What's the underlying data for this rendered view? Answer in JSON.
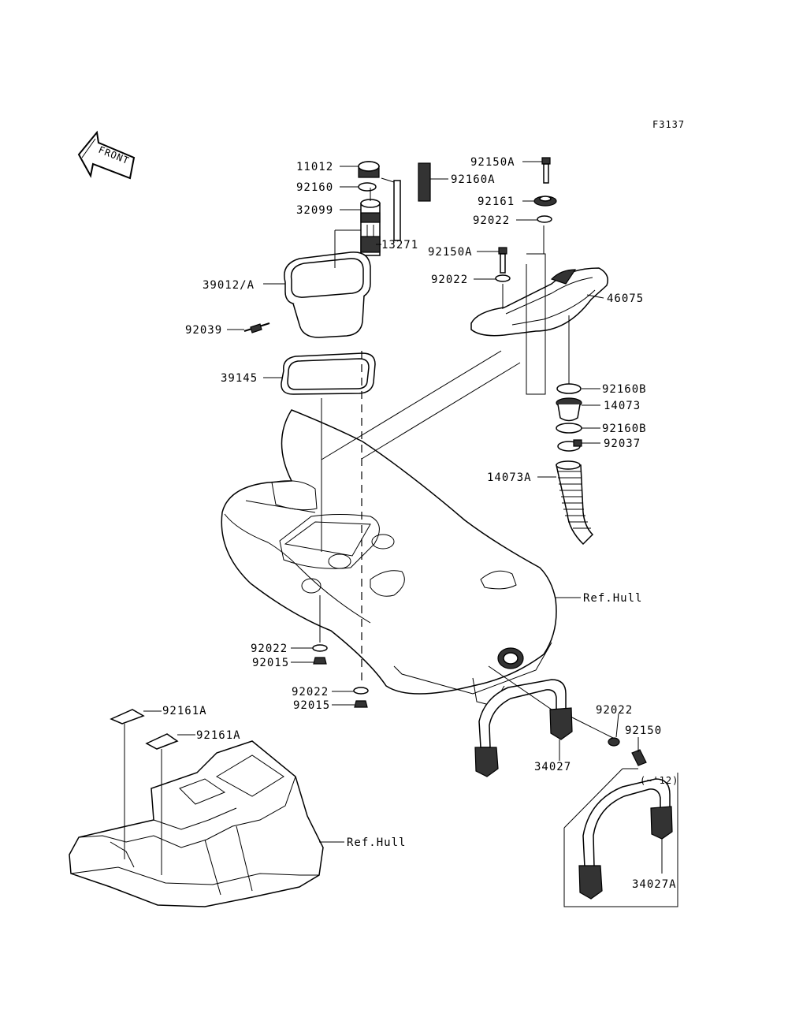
{
  "figure_code": "F3137",
  "front_label": "FRONT",
  "callouts": [
    {
      "id": "c-11012",
      "text": "11012"
    },
    {
      "id": "c-92160",
      "text": "92160"
    },
    {
      "id": "c-32099",
      "text": "32099"
    },
    {
      "id": "c-13271",
      "text": "13271"
    },
    {
      "id": "c-39012",
      "text": "39012/A"
    },
    {
      "id": "c-92039",
      "text": "92039"
    },
    {
      "id": "c-39145",
      "text": "39145"
    },
    {
      "id": "c-92160a",
      "text": "92160A"
    },
    {
      "id": "c-92150a-1",
      "text": "92150A"
    },
    {
      "id": "c-92161",
      "text": "92161"
    },
    {
      "id": "c-92022-1",
      "text": "92022"
    },
    {
      "id": "c-92150a-2",
      "text": "92150A"
    },
    {
      "id": "c-92022-2",
      "text": "92022"
    },
    {
      "id": "c-46075",
      "text": "46075"
    },
    {
      "id": "c-92160b-1",
      "text": "92160B"
    },
    {
      "id": "c-14073",
      "text": "14073"
    },
    {
      "id": "c-92160b-2",
      "text": "92160B"
    },
    {
      "id": "c-92037",
      "text": "92037"
    },
    {
      "id": "c-14073a",
      "text": "14073A"
    },
    {
      "id": "c-refhull-1",
      "text": "Ref.Hull"
    },
    {
      "id": "c-92022-3",
      "text": "92022"
    },
    {
      "id": "c-92015-1",
      "text": "92015"
    },
    {
      "id": "c-92022-4",
      "text": "92022"
    },
    {
      "id": "c-92015-2",
      "text": "92015"
    },
    {
      "id": "c-92022-5",
      "text": "92022"
    },
    {
      "id": "c-92150",
      "text": "92150"
    },
    {
      "id": "c-34027",
      "text": "34027"
    },
    {
      "id": "c-92161a-1",
      "text": "92161A"
    },
    {
      "id": "c-92161a-2",
      "text": "92161A"
    },
    {
      "id": "c-refhull-2",
      "text": "Ref.Hull"
    },
    {
      "id": "c-year",
      "text": "(~'12)"
    },
    {
      "id": "c-34027a",
      "text": "34027A"
    }
  ]
}
